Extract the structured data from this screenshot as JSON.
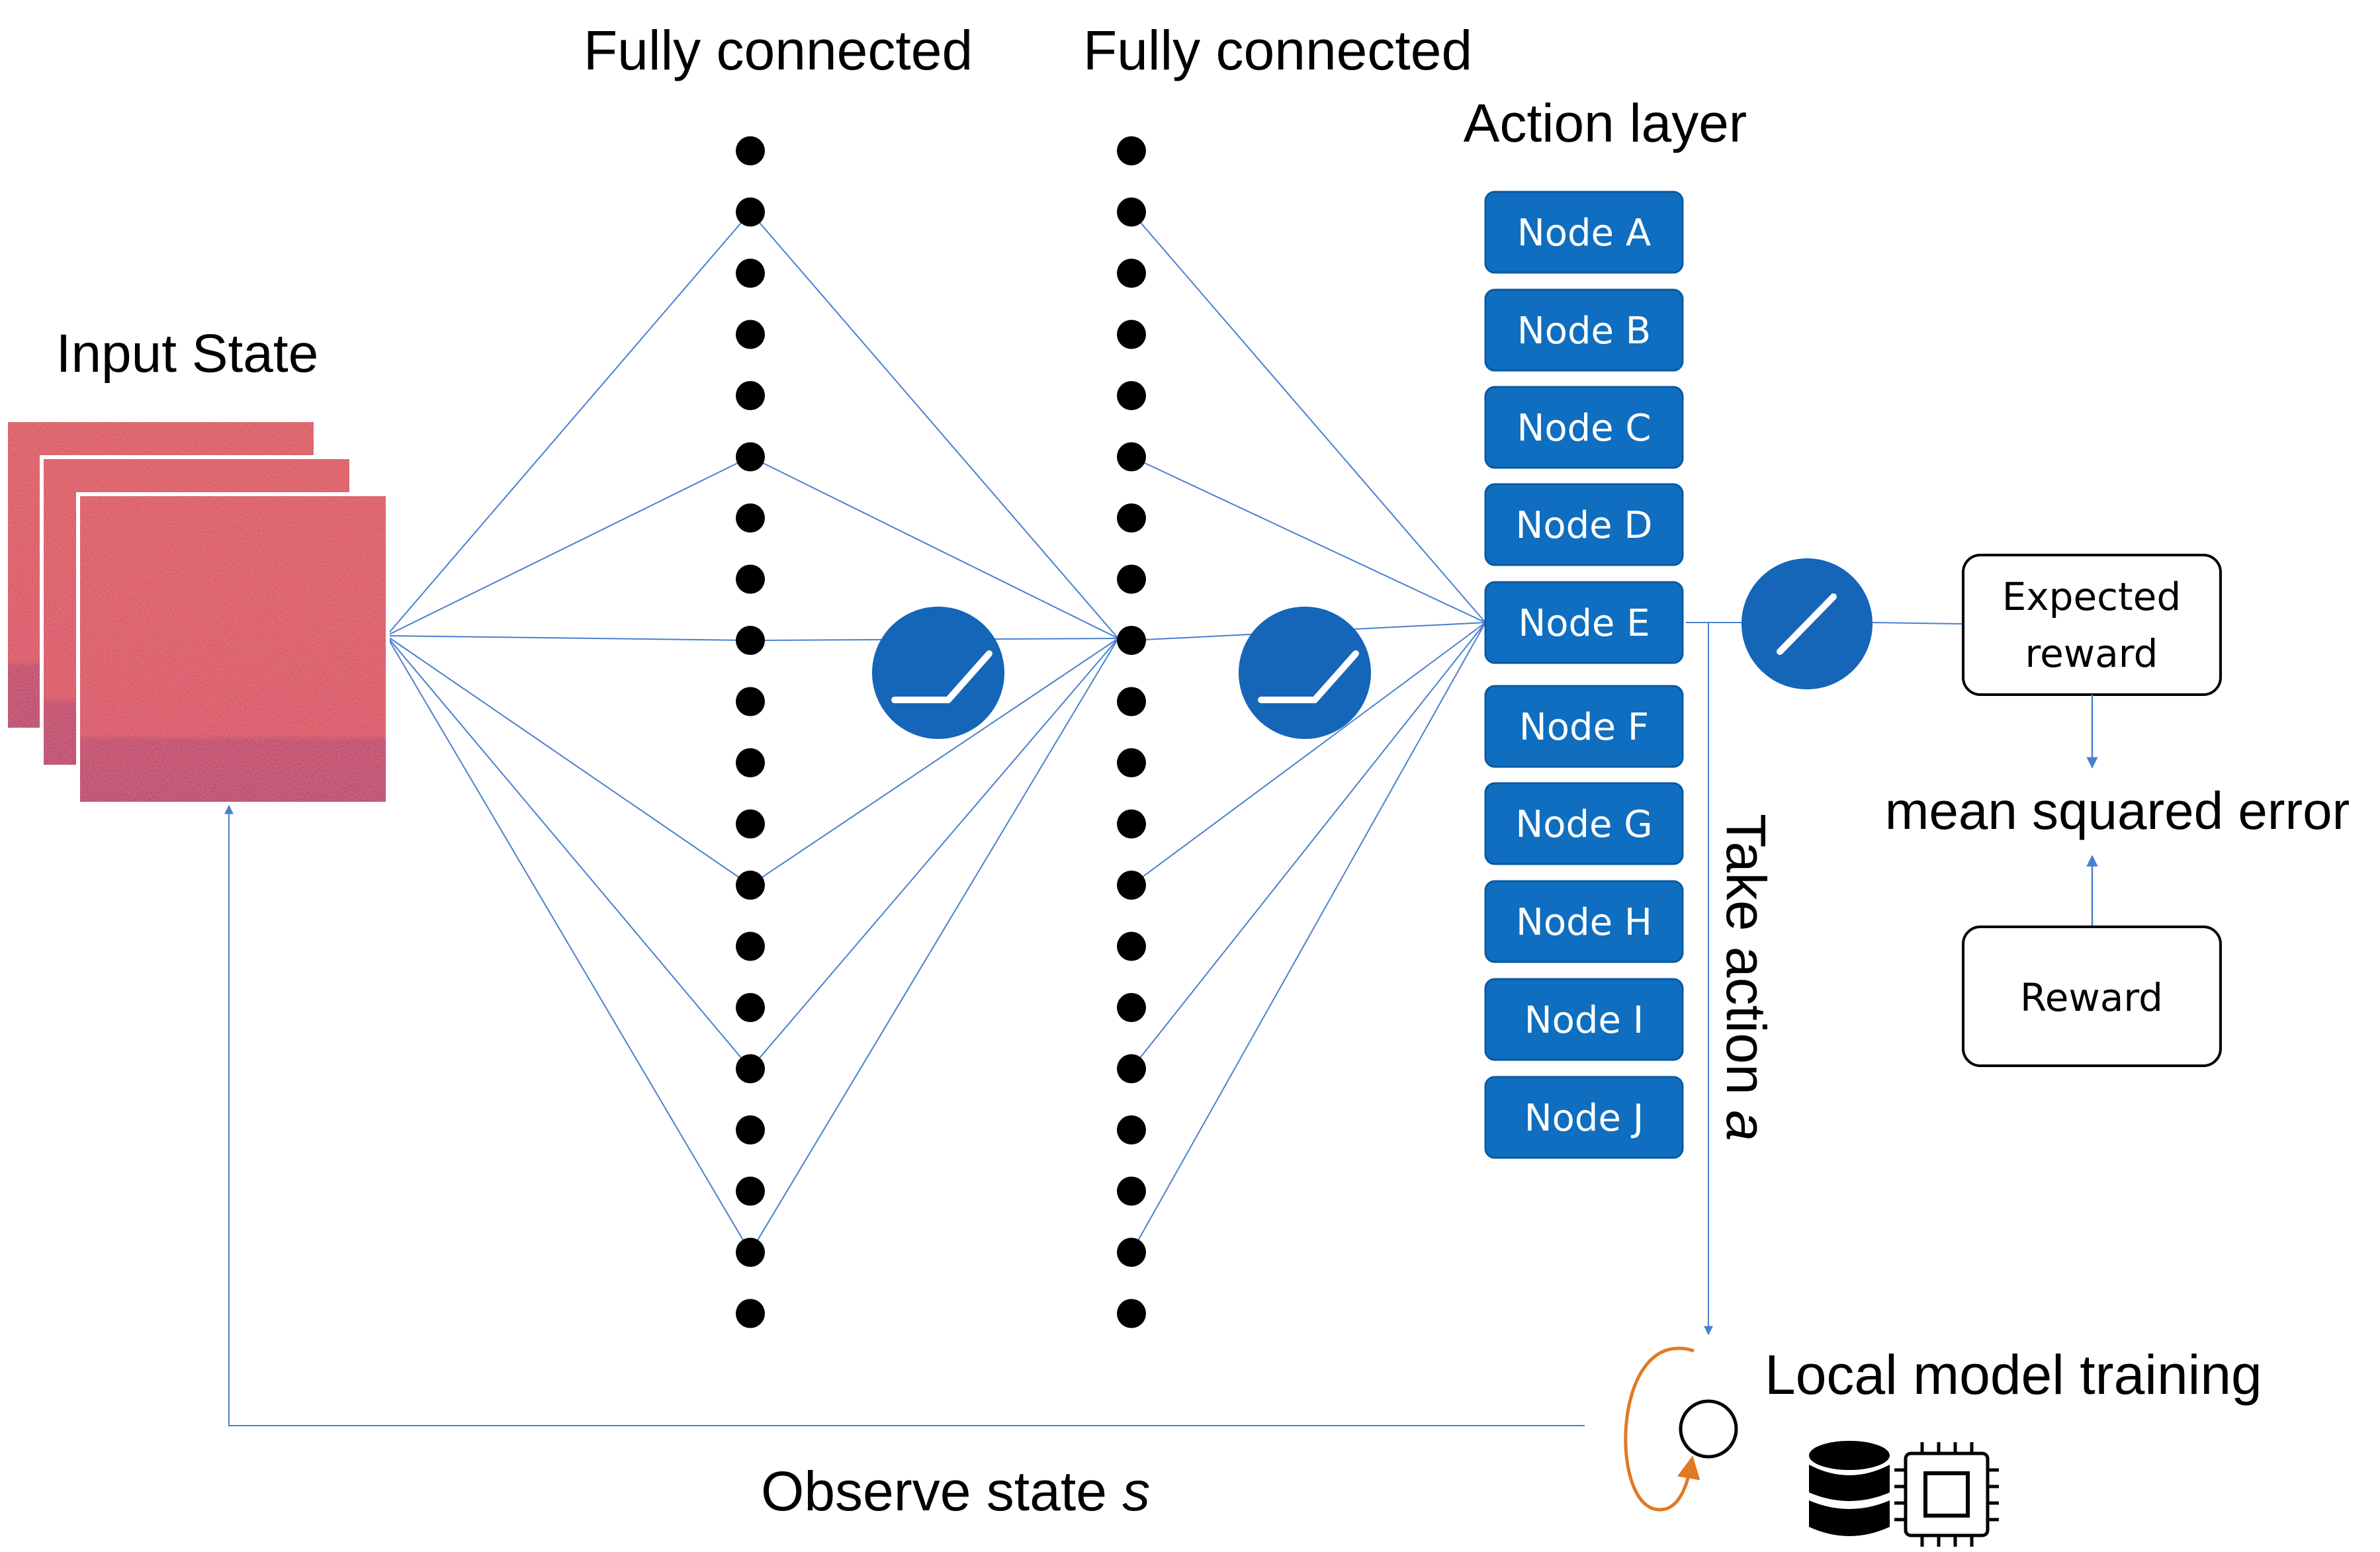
{
  "labels": {
    "input_state": "Input State",
    "fc1": "Fully connected",
    "fc2": "Fully connected",
    "action_layer": "Action layer",
    "take_action_prefix": "Take action ",
    "take_action_var": "a",
    "observe_prefix": "Observe state ",
    "observe_var": "s",
    "local_training": "Local model training",
    "mse": "mean squared error",
    "expected_reward_line1": "Expected",
    "expected_reward_line2": "reward",
    "reward": "Reward"
  },
  "action_nodes": [
    "Node A",
    "Node B",
    "Node C",
    "Node D",
    "Node E",
    "Node F",
    "Node G",
    "Node H",
    "Node I",
    "Node J"
  ],
  "colors": {
    "node_fill": "#0f6ebf",
    "node_stroke": "#0a5aa0",
    "connection": "#4a7fd0",
    "activation_fill": "#1565b8",
    "heatmap": "#d8414a",
    "feedback_loop": "#e07a25"
  },
  "icons": {
    "activation_relu": "relu-icon",
    "activation_linear": "linear-icon",
    "database": "database-icon",
    "processor": "cpu-icon",
    "training_loop": "loop-icon"
  }
}
